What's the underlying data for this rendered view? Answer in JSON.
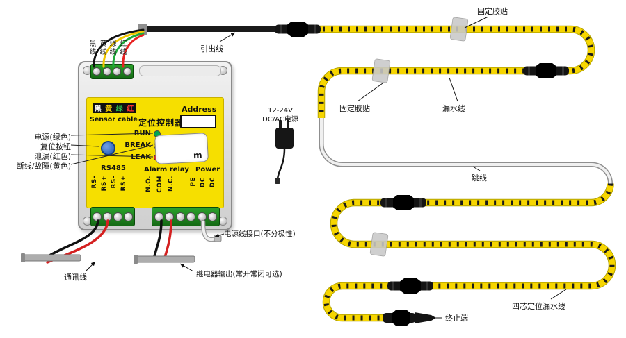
{
  "device": {
    "wire_labels": [
      "黑线",
      "黄线",
      "绿线",
      "红线"
    ],
    "strip_chars": [
      "黑",
      "黄",
      "绿",
      "红"
    ],
    "sensor_cable": "Sensor cable",
    "title": "定位控制器",
    "address": "Address",
    "led_run": "RUN",
    "led_break": "BREAK",
    "led_leak": "LEAK",
    "display_unit": "m",
    "rs485": "RS485",
    "alarm_relay": "Alarm relay",
    "power": "Power",
    "rs_pins": [
      "RS-",
      "RS+",
      "RS-",
      "RS+"
    ],
    "relay_pins": [
      "N.O.",
      "COM",
      "N.C."
    ],
    "power_pins": [
      "PE",
      "DC",
      "DC"
    ]
  },
  "callouts": {
    "power_led": "电源(绿色)",
    "reset_button": "复位按钮",
    "leak_led": "泄漏(红色)",
    "break_led": "断线/故障(黄色)",
    "lead_wire": "引出线",
    "adapter": "12-24V\nDC/AC电源",
    "power_interface": "电源线接口(不分极性)",
    "relay_output": "继电器输出(常开常闭可选)",
    "comm_line": "通讯线",
    "sticker_top": "固定胶贴",
    "sticker_mid": "固定胶贴",
    "leak_cable": "漏水线",
    "jumper": "跳线",
    "four_core_cable": "四芯定位漏水线",
    "termination": "终止端"
  },
  "colors": {
    "cable_yellow": "#f6d500",
    "panel_yellow": "#f6df00",
    "terminal_green": "#1e8a1e",
    "led_run": "#00a651",
    "led_break": "#ffd400",
    "led_leak": "#e8232a",
    "reset_blue": "#2a6fd6",
    "sticker_gray": "#c9c9c9"
  }
}
